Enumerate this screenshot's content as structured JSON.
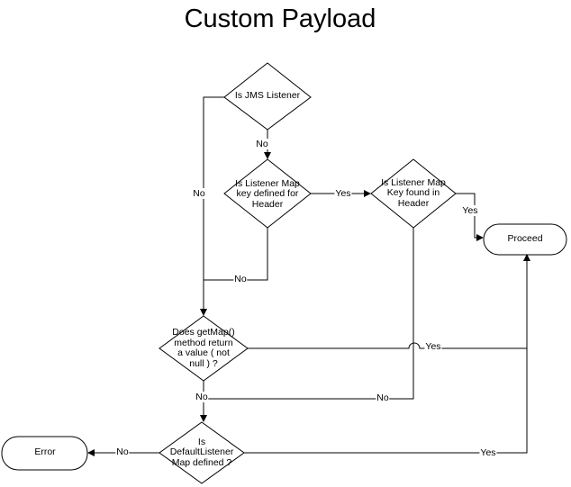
{
  "title": "Custom Payload",
  "diagram_type": "flowchart",
  "colors": {
    "line": "#000000",
    "text": "#000000",
    "background": "#ffffff"
  },
  "nodes": {
    "is_jms_listener": {
      "type": "decision",
      "label": "Is JMS Listener"
    },
    "listener_map_key_defined": {
      "type": "decision",
      "label": "Is Listener Map\nkey defined for\nHeader"
    },
    "listener_map_key_found": {
      "type": "decision",
      "label": "Is Listener Map\nKey found in\nHeader"
    },
    "getmap_returns_value": {
      "type": "decision",
      "label": "Does getMap()\nmethod return\na value ( not\nnull ) ?"
    },
    "default_listener_map_defined": {
      "type": "decision",
      "label": "Is\nDefaultListener\nMap defined ?"
    },
    "proceed": {
      "type": "terminator",
      "label": "Proceed"
    },
    "error": {
      "type": "terminator",
      "label": "Error"
    }
  },
  "edges": [
    {
      "from": "is_jms_listener",
      "to": "listener_map_key_defined",
      "label": "No"
    },
    {
      "from": "is_jms_listener",
      "to": "getmap_returns_value",
      "label": "No"
    },
    {
      "from": "listener_map_key_defined",
      "to": "listener_map_key_found",
      "label": "Yes"
    },
    {
      "from": "listener_map_key_found",
      "to": "proceed",
      "label": "Yes"
    },
    {
      "from": "listener_map_key_defined",
      "to": "getmap_returns_value",
      "label": "No"
    },
    {
      "from": "getmap_returns_value",
      "to": "proceed",
      "label": "Yes"
    },
    {
      "from": "listener_map_key_found",
      "to": "default_listener_map_defined",
      "label": "No"
    },
    {
      "from": "getmap_returns_value",
      "to": "default_listener_map_defined",
      "label": "No"
    },
    {
      "from": "default_listener_map_defined",
      "to": "error",
      "label": "No"
    },
    {
      "from": "default_listener_map_defined",
      "to": "proceed",
      "label": "Yes"
    }
  ]
}
